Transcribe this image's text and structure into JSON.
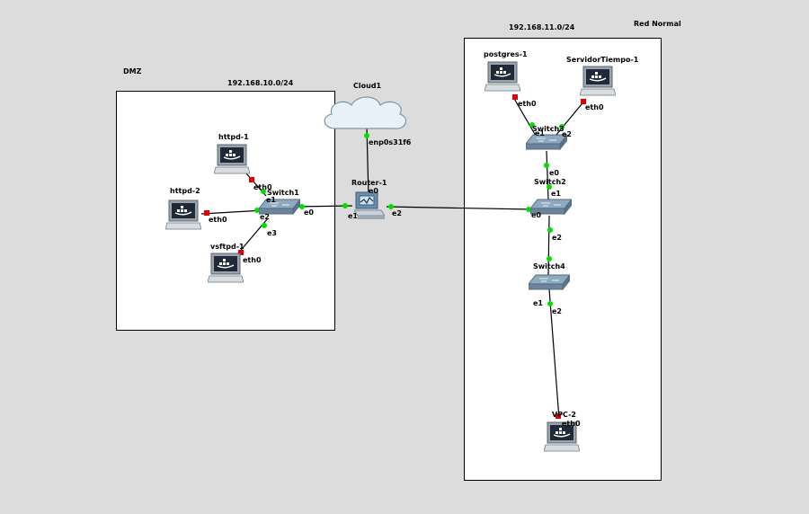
{
  "colors": {
    "link_up": "#00e000",
    "link_down": "#e00000",
    "background": "#dcdcdc",
    "zone_fill": "#ffffff"
  },
  "zones": {
    "dmz": {
      "title": "DMZ",
      "subnet": "192.168.10.0/24"
    },
    "red_normal": {
      "title": "Red Normal",
      "subnet": "192.168.11.0/24"
    }
  },
  "nodes": {
    "cloud1": {
      "label": "Cloud1",
      "icon": "cloud-icon"
    },
    "router1": {
      "label": "Router-1",
      "icon": "router-icon"
    },
    "switch1": {
      "label": "Switch1",
      "icon": "switch-icon"
    },
    "switch2": {
      "label": "Switch2",
      "icon": "switch-icon"
    },
    "switch3": {
      "label": "Switch3",
      "icon": "switch-icon"
    },
    "switch4": {
      "label": "Switch4",
      "icon": "switch-icon"
    },
    "httpd1": {
      "label": "httpd-1",
      "icon": "docker-host-icon"
    },
    "httpd2": {
      "label": "httpd-2",
      "icon": "docker-host-icon"
    },
    "vsftpd1": {
      "label": "vsftpd-1",
      "icon": "docker-host-icon"
    },
    "postgres1": {
      "label": "postgres-1",
      "icon": "docker-host-icon"
    },
    "servidor": {
      "label": "ServidorTiempo-1",
      "icon": "docker-host-icon"
    },
    "vpc2": {
      "label": "VPC-2",
      "icon": "docker-host-icon"
    }
  },
  "ports": {
    "cloud_enp": "enp0s31f6",
    "router_e0": "e0",
    "router_e1": "e1",
    "router_e2": "e2",
    "sw1_e0": "e0",
    "sw1_e1": "e1",
    "sw1_e2": "e2",
    "sw1_e3": "e3",
    "httpd1_eth0": "eth0",
    "httpd2_eth0": "eth0",
    "vsftpd_eth0": "eth0",
    "postgres_eth0": "eth0",
    "servidor_eth0": "eth0",
    "sw3_e1": "e1",
    "sw3_e2": "e2",
    "sw3_e0": "e0",
    "sw2_e1": "e1",
    "sw2_e0": "e0",
    "sw2_e2": "e2",
    "sw4_e1": "e1",
    "sw4_e2": "e2",
    "vpc_eth0": "eth0"
  }
}
